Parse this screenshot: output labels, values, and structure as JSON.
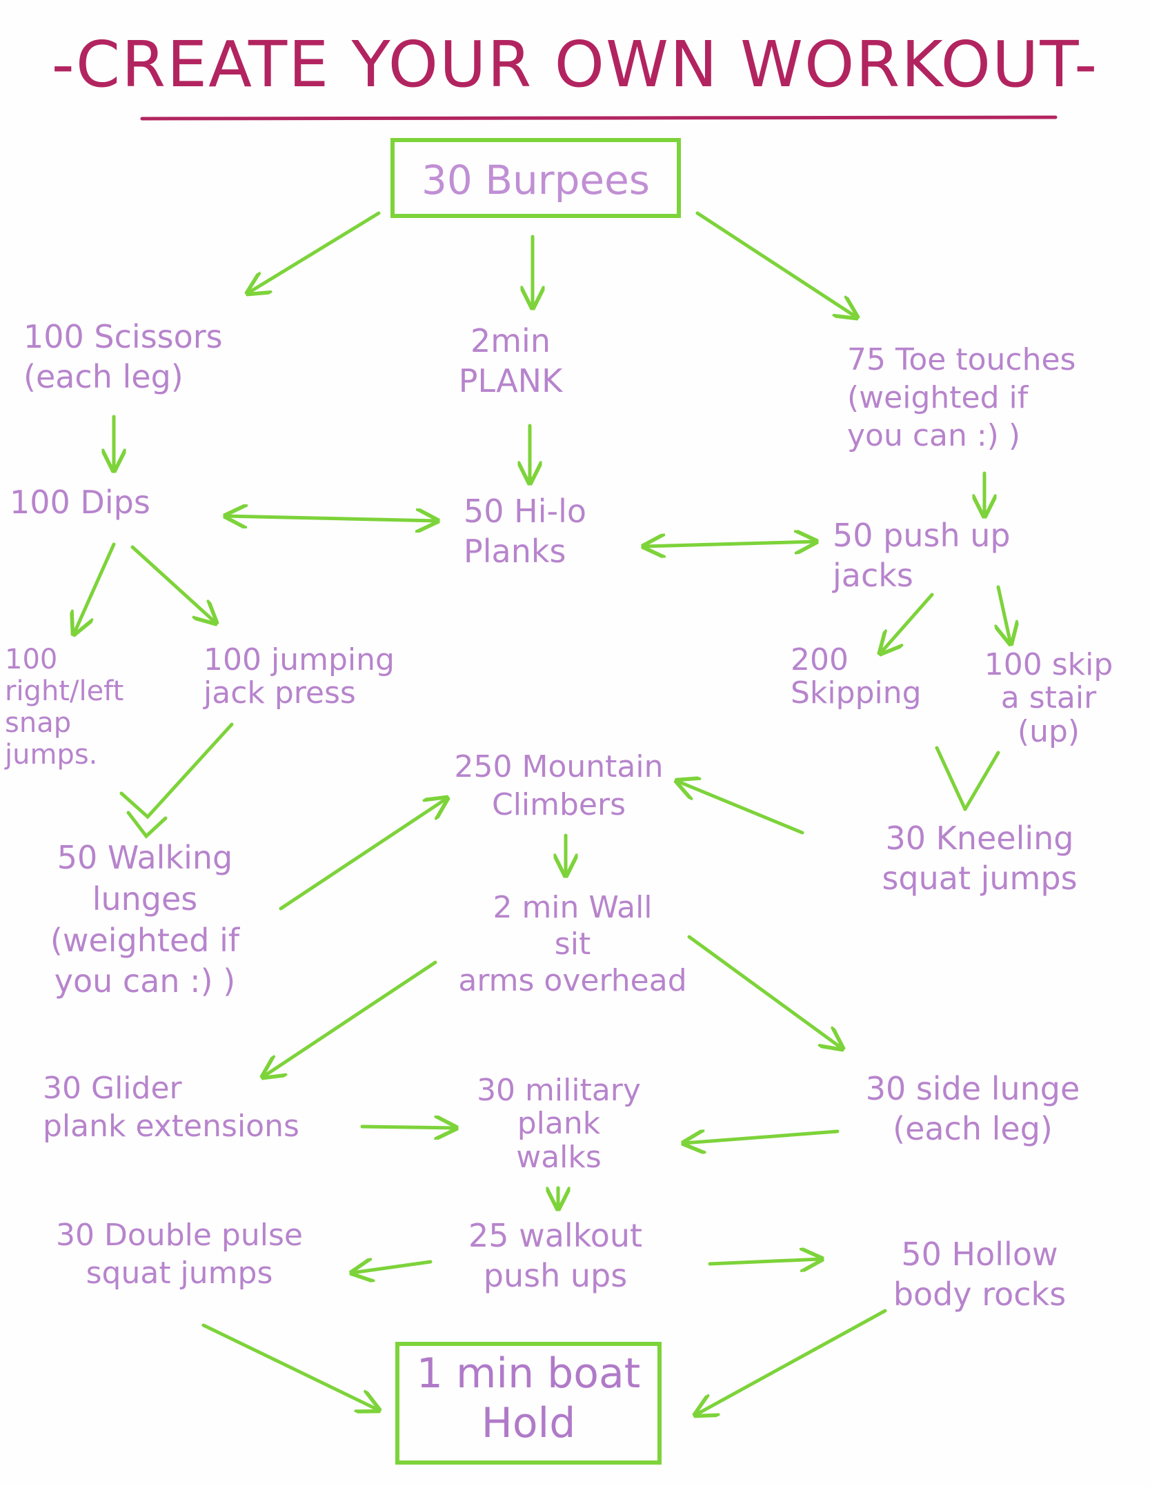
{
  "title": "-CREATE YOUR OWN WORKOUT-",
  "start": "30 Burpees",
  "finish": "1 min boat\nHold",
  "nodes": {
    "scissors": "100 Scissors\n(each leg)",
    "plank": "2min\nPLANK",
    "toe_touches": "75 Toe touches\n(weighted if\nyou can :) )",
    "dips": "100 Dips",
    "hilo": "50 Hi-lo\nPlanks",
    "pushup_jacks": "50  push up\njacks",
    "snap_jumps": "100\nright/left\nsnap\njumps.",
    "jj_press": "100 jumping\njack press",
    "skipping": "200\nSkipping",
    "skip_stair": "100 skip\na stair\n(up)",
    "mountain": "250 Mountain\nClimbers",
    "lunges": "50 Walking\nlunges\n(weighted if\nyou can :) )",
    "kneeling": "30 Kneeling\nsquat jumps",
    "wall_sit": "2 min Wall\nsit\narms overhead",
    "glider": "30 Glider\nplank extensions",
    "military": "30 military\nplank\nwalks",
    "side_lunge": "30 side lunge\n(each leg)",
    "double_pulse": "30 Double pulse\nsquat jumps",
    "walkout": "25 walkout\npush ups",
    "hollow": "50 Hollow\nbody rocks"
  },
  "colors": {
    "title": "#b2245f",
    "text": "#b784cc",
    "arrow": "#7dd33a"
  }
}
